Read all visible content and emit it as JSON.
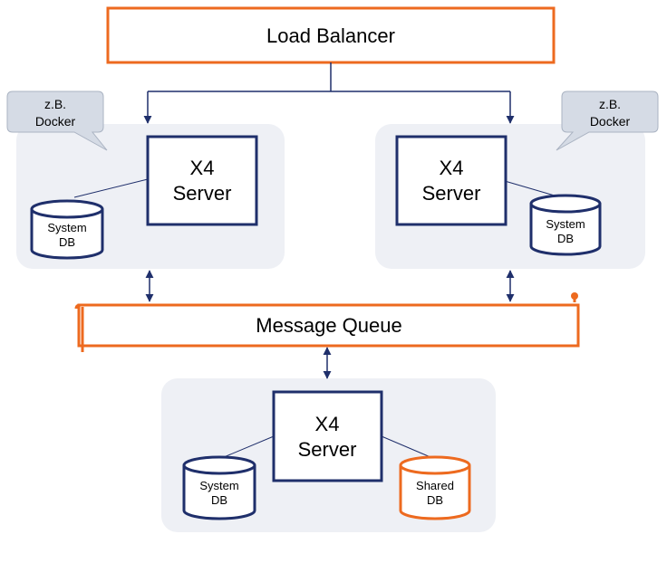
{
  "load_balancer": {
    "label": "Load Balancer"
  },
  "message_queue": {
    "label": "Message Queue"
  },
  "callouts": {
    "left": {
      "line1": "z.B.",
      "line2": "Docker"
    },
    "right": {
      "line1": "z.B.",
      "line2": "Docker"
    }
  },
  "nodes": {
    "left": {
      "server_line1": "X4",
      "server_line2": "Server",
      "db_line1": "System",
      "db_line2": "DB"
    },
    "right": {
      "server_line1": "X4",
      "server_line2": "Server",
      "db_line1": "System",
      "db_line2": "DB"
    },
    "bottom": {
      "server_line1": "X4",
      "server_line2": "Server",
      "system_db_line1": "System",
      "system_db_line2": "DB",
      "shared_db_line1": "Shared",
      "shared_db_line2": "DB"
    }
  },
  "colors": {
    "accent_orange": "#ED6A1F",
    "navy": "#1F2F6B",
    "panel_fill": "#EEF0F5",
    "callout_fill": "#D5DBE5"
  }
}
